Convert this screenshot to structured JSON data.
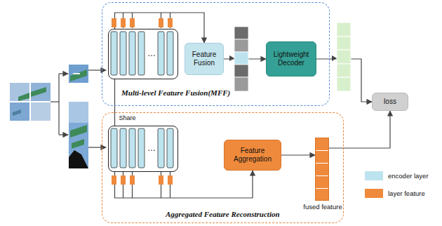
{
  "diagram": {
    "nodes": [
      {
        "text": [
          "Multi-level Feature Fusion(MFF)"
        ]
      },
      {
        "text": [
          "…"
        ],
        "in": 0
      },
      {
        "text": [
          "Feature Fusion"
        ],
        "in": 0
      },
      {
        "text": [
          "Lightweight Decoder"
        ],
        "in": 0
      },
      {
        "text": [
          "loss"
        ]
      },
      {
        "text": [
          "Aggregated Feature Reconstruction"
        ]
      },
      {
        "text": [
          "…"
        ],
        "in": 5
      },
      {
        "text": [
          "Feature Aggregation"
        ],
        "in": 5
      },
      {
        "text": [
          "fused feature"
        ],
        "in": 5
      }
    ],
    "edges": [
      {
        "from": 1,
        "to": 2,
        "arrow": "to"
      },
      {
        "from": 2,
        "to": 3,
        "arrow": "to"
      },
      {
        "from": 3,
        "to": 4,
        "arrow": "to"
      },
      {
        "from": 1,
        "to": 6,
        "arrow": "none",
        "label": "Share"
      },
      {
        "from": 6,
        "to": 7,
        "arrow": "to"
      },
      {
        "from": 7,
        "to": 8,
        "arrow": "to"
      },
      {
        "from": 8,
        "to": 4,
        "arrow": "to"
      }
    ],
    "legend": [
      {
        "text": "encoder layer",
        "color": "#bde3ee"
      },
      {
        "text": "layer feature",
        "color": "#ef8a3c"
      }
    ]
  }
}
